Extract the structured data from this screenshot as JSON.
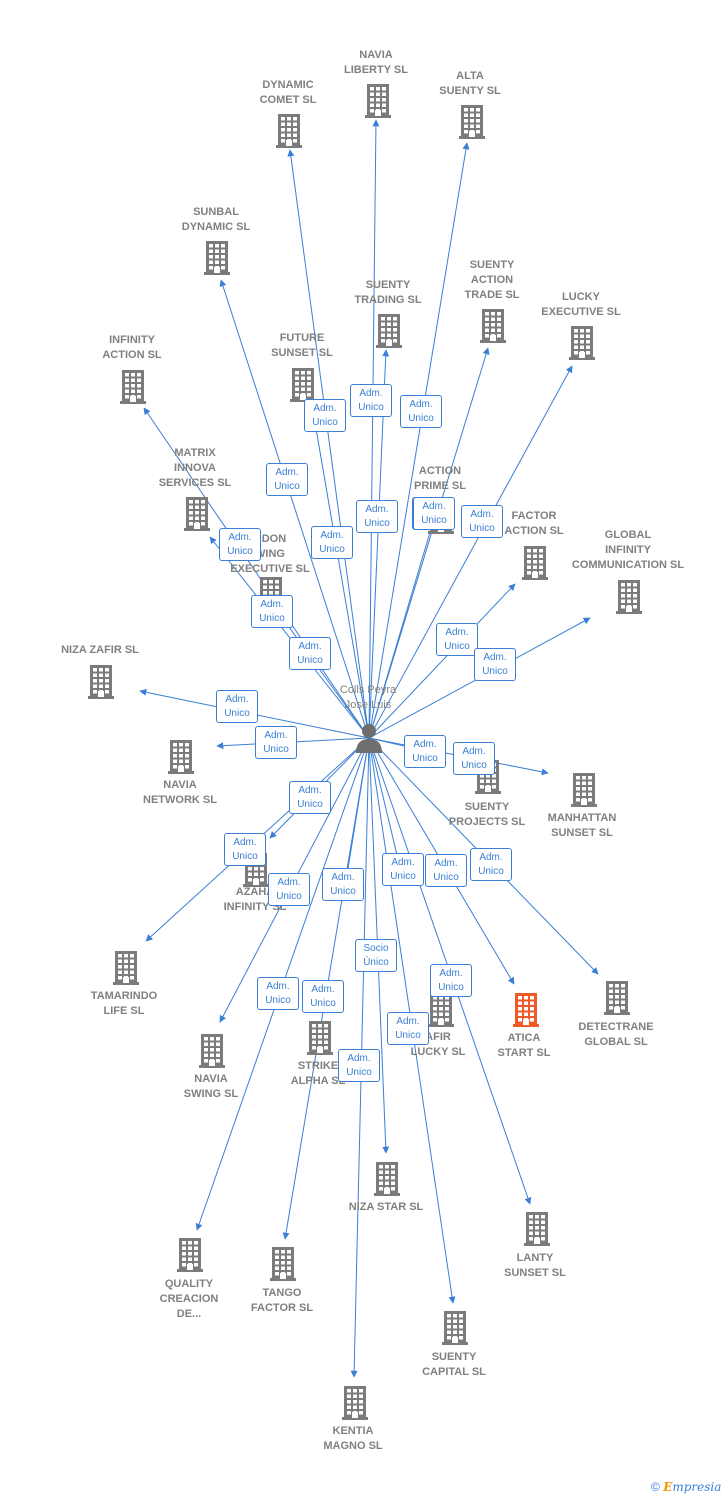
{
  "center": {
    "name": "Colls Peyra\nJose Luis"
  },
  "colors": {
    "edge": "#3a7fd5",
    "building": "#7b7b7b",
    "highlight": "#f05a28"
  },
  "nodes": [
    {
      "id": "navia-liberty",
      "label": "NAVIA\nLIBERTY SL",
      "role": "Adm.\nUnico"
    },
    {
      "id": "dynamic-comet",
      "label": "DYNAMIC\nCOMET SL",
      "role": "Adm.\nUnico"
    },
    {
      "id": "alta-suenty",
      "label": "ALTA\nSUENTY SL",
      "role": "Adm.\nUnico"
    },
    {
      "id": "sunbal-dynamic",
      "label": "SUNBAL\nDYNAMIC SL",
      "role": "Adm.\nUnico"
    },
    {
      "id": "suenty-trading",
      "label": "SUENTY\nTRADING SL",
      "role": "Adm.\nUnico"
    },
    {
      "id": "suenty-action-trade",
      "label": "SUENTY\nACTION\nTRADE SL",
      "role": "Adm.\nUnico"
    },
    {
      "id": "lucky-executive",
      "label": "LUCKY\nEXECUTIVE SL",
      "role": "Adm.\nUnico"
    },
    {
      "id": "infinity-action",
      "label": "INFINITY\nACTION SL",
      "role": "Adm.\nUnico"
    },
    {
      "id": "future-sunset",
      "label": "FUTURE\nSUNSET SL",
      "role": "Adm.\nUnico"
    },
    {
      "id": "matrix-innova",
      "label": "MATRIX\nINNOVA\nSERVICES SL",
      "role": "Adm.\nUnico"
    },
    {
      "id": "action-prime",
      "label": "ACTION\nPRIME SL",
      "role": "Adm.\nUnico"
    },
    {
      "id": "factor-action",
      "label": "FACTOR\nACTION SL",
      "role": "Adm.\nUnico"
    },
    {
      "id": "global-infinity",
      "label": "GLOBAL\nINFINITY\nCOMMUNICATION SL",
      "role": "Adm.\nUnico"
    },
    {
      "id": "london-swing",
      "label": "NDON\nWING\nEXECUTIVE SL",
      "role": "Adm.\nUnico"
    },
    {
      "id": "niza-zafir",
      "label": "NIZA ZAFIR SL",
      "role": "Adm.\nUnico"
    },
    {
      "id": "navia-network",
      "label": "NAVIA\nNETWORK SL",
      "role": "Adm.\nUnico"
    },
    {
      "id": "suenty-projects",
      "label": "SUENTY\nPROJECTS SL",
      "role": "Adm.\nUnico"
    },
    {
      "id": "manhattan-sunset",
      "label": "MANHATTAN\nSUNSET SL",
      "role": "Adm.\nUnico"
    },
    {
      "id": "azahar-infinity",
      "label": "AZAHA\nINFINITY SL",
      "role": "Adm.\nUnico"
    },
    {
      "id": "tamarindo-life",
      "label": "TAMARINDO\nLIFE SL",
      "role": "Adm.\nUnico"
    },
    {
      "id": "navia-swing",
      "label": "NAVIA\nSWING SL",
      "role": "Adm.\nUnico"
    },
    {
      "id": "strike-alpha",
      "label": "STRIKE\nALPHA SL",
      "role": "Adm.\nUnico"
    },
    {
      "id": "zafir-lucky",
      "label": "AFIR\nLUCKY SL",
      "role": "Adm.\nUnico"
    },
    {
      "id": "atica-start",
      "label": "ATICA\nSTART  SL",
      "role": "Adm.\nUnico",
      "highlight": true
    },
    {
      "id": "detectrane-global",
      "label": "DETECTRANE\nGLOBAL  SL",
      "role": "Adm.\nUnico"
    },
    {
      "id": "niza-star",
      "label": "NIZA STAR SL",
      "role": "Socio\nÚnico"
    },
    {
      "id": "quality-creacion",
      "label": "QUALITY\nCREACION\nDE...",
      "role": "Adm.\nUnico"
    },
    {
      "id": "tango-factor",
      "label": "TANGO\nFACTOR SL",
      "role": "Adm.\nUnico"
    },
    {
      "id": "lanty-sunset",
      "label": "LANTY\nSUNSET SL",
      "role": "Adm.\nUnico"
    },
    {
      "id": "suenty-capital",
      "label": "SUENTY\nCAPITAL SL",
      "role": "Adm.\nUnico"
    },
    {
      "id": "kentia-magno",
      "label": "KENTIA\nMAGNO SL",
      "role": "Adm.\nUnico"
    }
  ],
  "footer": {
    "copyright": "©",
    "brand_first": "E",
    "brand_rest": "mpresia"
  }
}
